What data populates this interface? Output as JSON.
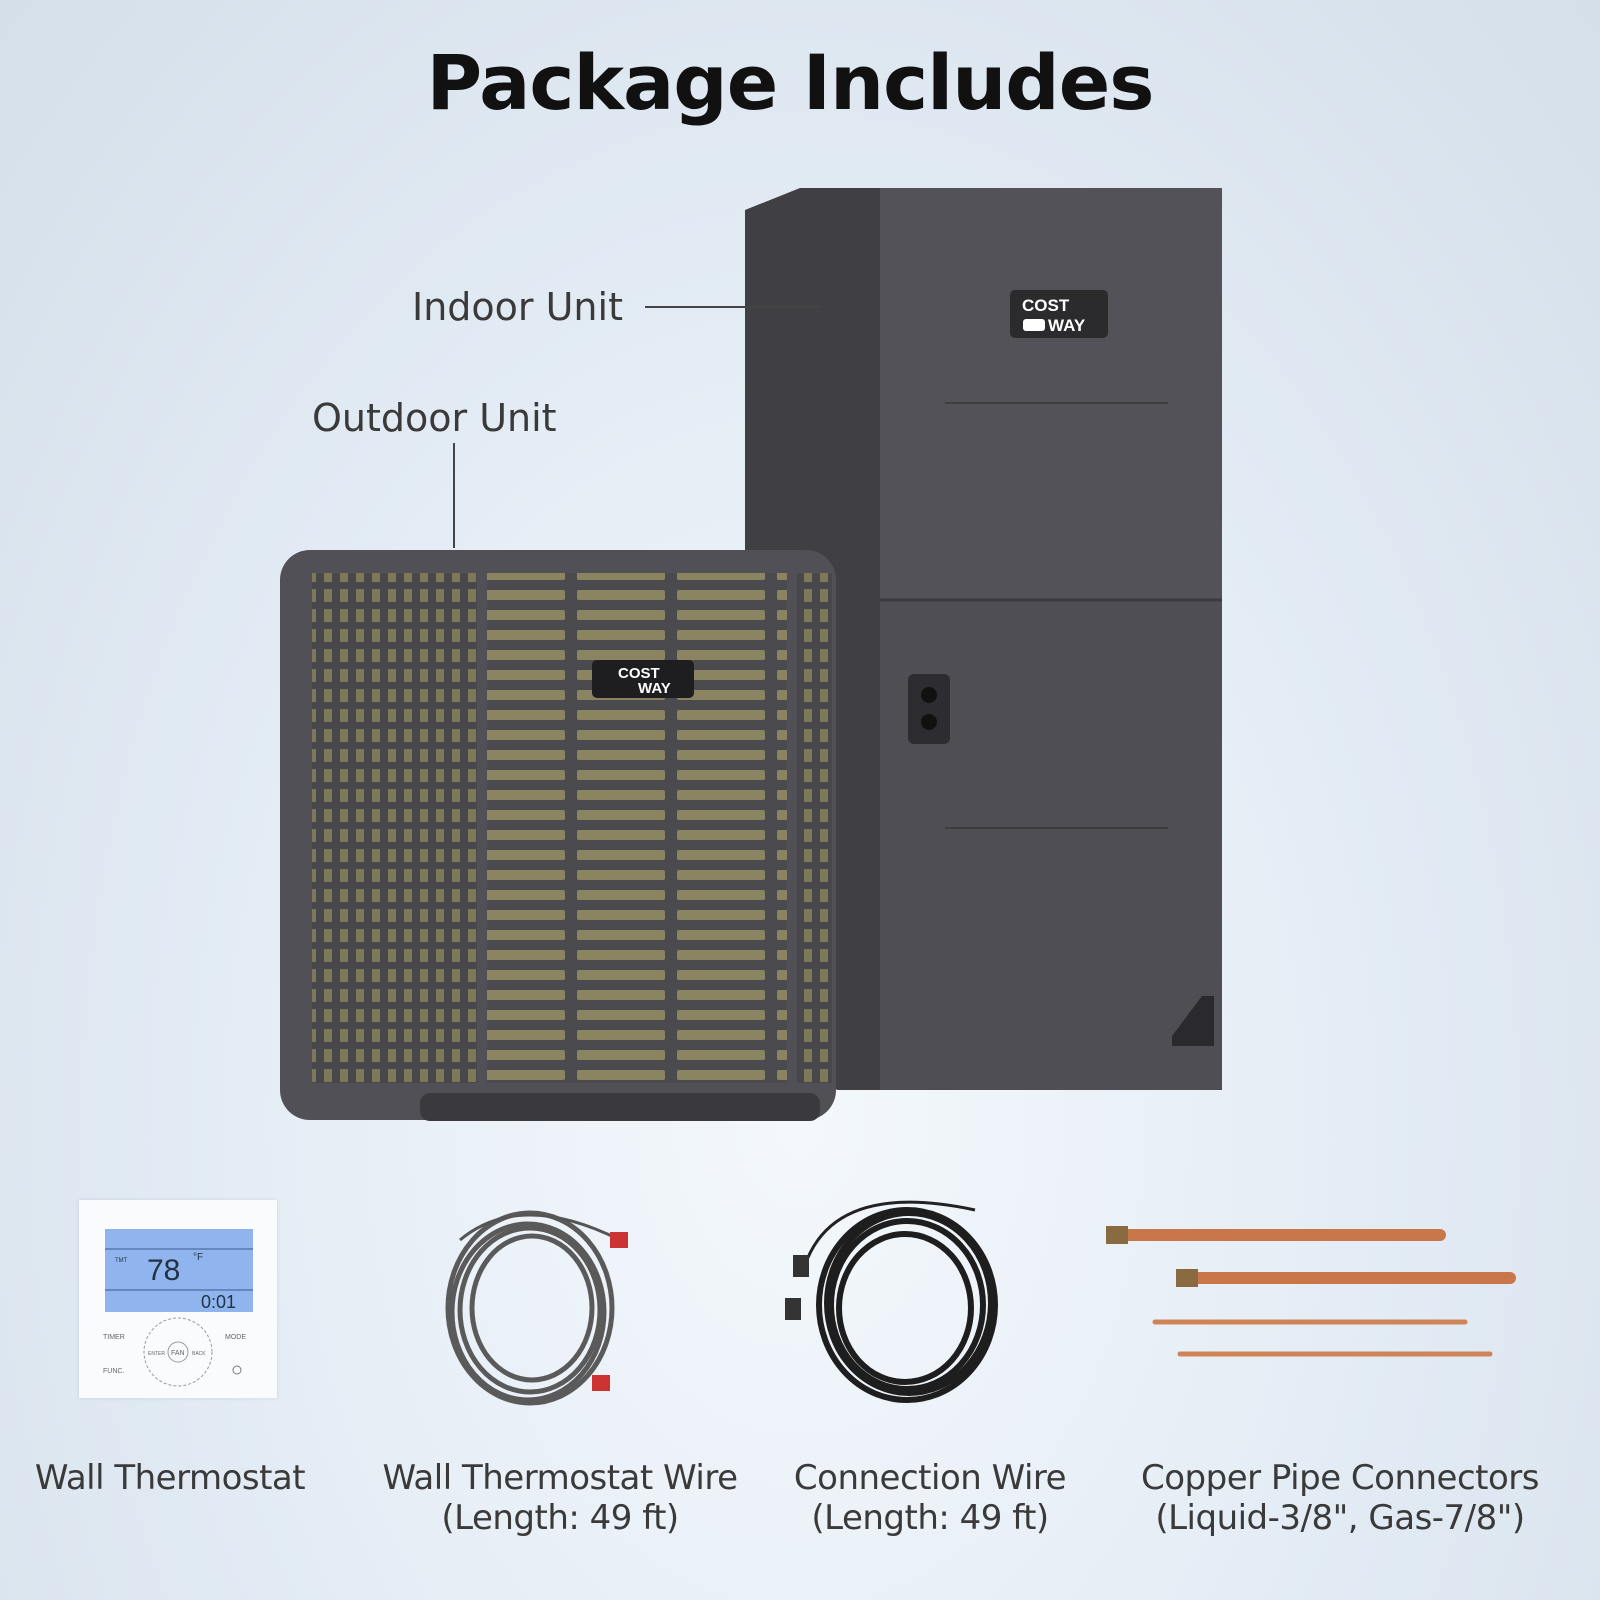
{
  "title": "Package Includes",
  "labels": {
    "indoor": "Indoor Unit",
    "outdoor": "Outdoor Unit"
  },
  "brand_logo": {
    "line1": "COST",
    "line2": "WAY"
  },
  "thermostat_display": {
    "temp": "78",
    "unit": "°F",
    "time": "0:01",
    "tmp_label": "TMT",
    "buttons": {
      "timer": "TIMER",
      "mode": "MODE",
      "func": "FUNC.",
      "fan": "FAN",
      "enter": "ENTER",
      "back": "BACK"
    }
  },
  "items": [
    {
      "name": "Wall Thermostat",
      "detail": ""
    },
    {
      "name": "Wall Thermostat Wire",
      "detail": "(Length: 49 ft)"
    },
    {
      "name": "Connection Wire",
      "detail": "(Length: 49 ft)"
    },
    {
      "name": "Copper Pipe Connectors",
      "detail": "(Liquid-3/8\", Gas-7/8\")"
    }
  ],
  "colors": {
    "unit_body": "#4b4b50",
    "grille_fill": "#8a8560",
    "copper": "#c8764a",
    "lcd": "#8fb4ee"
  }
}
